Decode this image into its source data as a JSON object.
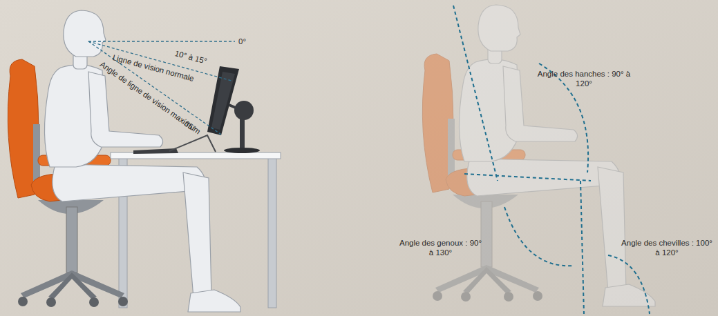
{
  "diagram": {
    "labels": [
      "0°",
      "10° à 15°",
      "Ligne de vision normale",
      "Angle de ligne de vision maximum",
      "35°",
      "Angle des hanches : 90° à 120°",
      "Angle des genoux : 90° à 130°",
      "Angle des chevilles : 100° à 120°"
    ]
  }
}
